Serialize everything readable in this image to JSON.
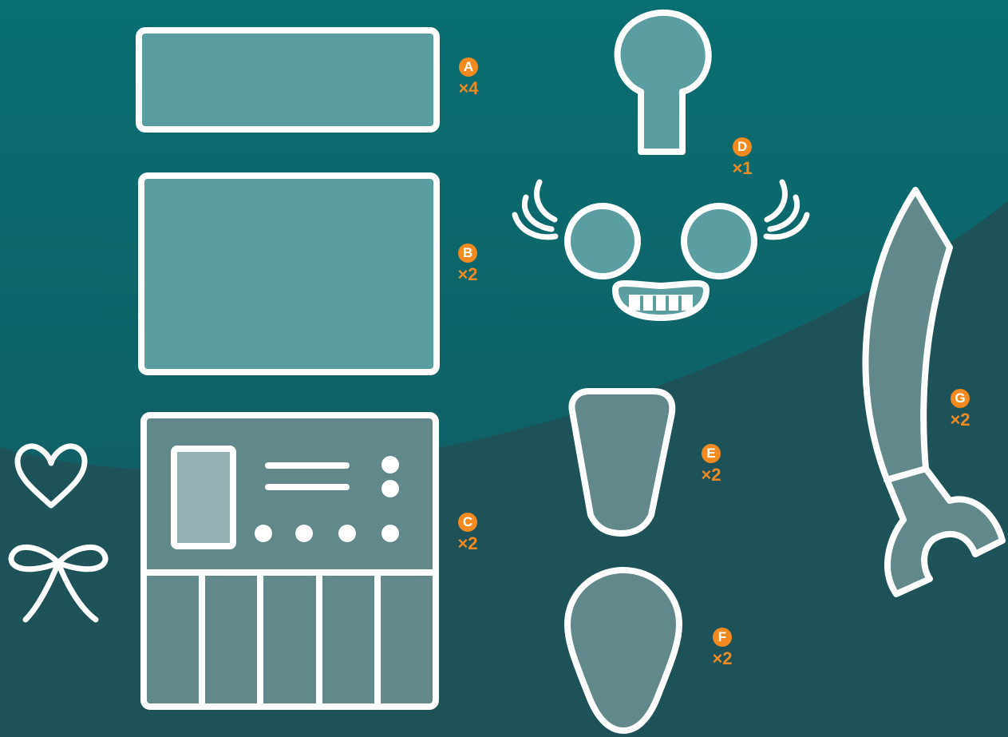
{
  "colors": {
    "background_top": "#086e71",
    "background_bottom": "#1d5259",
    "piece_fill_light": "#5a9ea1",
    "piece_fill_dark": "#61888a",
    "outline": "#ffffff",
    "label_accent": "#f28a1f"
  },
  "parts": [
    {
      "id": "A",
      "letter": "A",
      "qty": "×4"
    },
    {
      "id": "B",
      "letter": "B",
      "qty": "×2"
    },
    {
      "id": "C",
      "letter": "C",
      "qty": "×2"
    },
    {
      "id": "D",
      "letter": "D",
      "qty": "×1"
    },
    {
      "id": "E",
      "letter": "E",
      "qty": "×2"
    },
    {
      "id": "F",
      "letter": "F",
      "qty": "×2"
    },
    {
      "id": "G",
      "letter": "G",
      "qty": "×2"
    }
  ],
  "icons": [
    "heart-icon",
    "bow-icon"
  ]
}
